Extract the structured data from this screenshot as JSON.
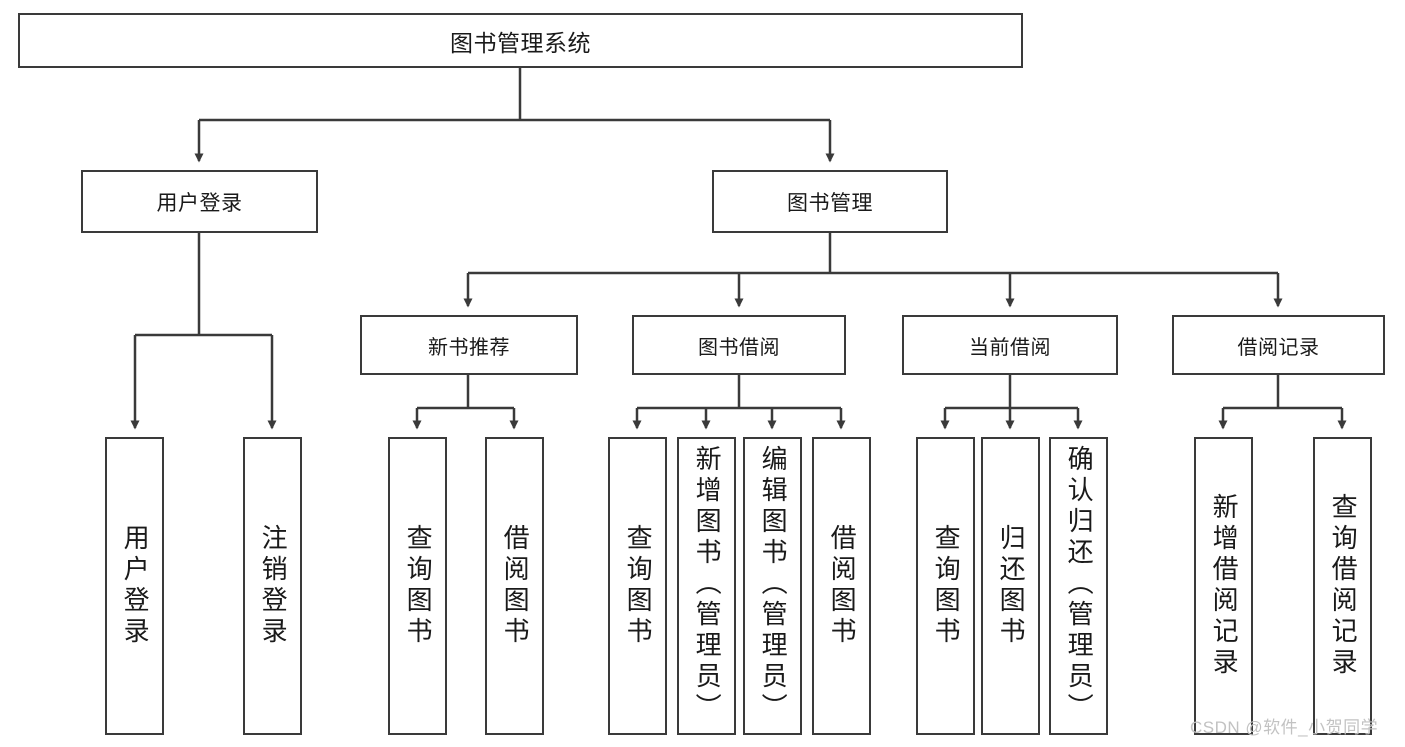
{
  "diagram": {
    "type": "tree",
    "title": "图书管理系统",
    "root": {
      "label": "图书管理系统"
    },
    "tier1": [
      {
        "label": "用户登录"
      },
      {
        "label": "图书管理"
      }
    ],
    "tier2": [
      {
        "label": "新书推荐"
      },
      {
        "label": "图书借阅"
      },
      {
        "label": "当前借阅"
      },
      {
        "label": "借阅记录"
      }
    ],
    "leaves": {
      "user_login": [
        {
          "label": "用户登录"
        },
        {
          "label": "注销登录"
        }
      ],
      "new_book": [
        {
          "label": "查询图书"
        },
        {
          "label": "借阅图书"
        }
      ],
      "book_borrow": [
        {
          "label": "查询图书"
        },
        {
          "label": "新增图书（管理员）"
        },
        {
          "label": "编辑图书（管理员）"
        },
        {
          "label": "借阅图书"
        }
      ],
      "current_borrow": [
        {
          "label": "查询图书"
        },
        {
          "label": "归还图书"
        },
        {
          "label": "确认归还（管理员）"
        }
      ],
      "borrow_record": [
        {
          "label": "新增借阅记录"
        },
        {
          "label": "查询借阅记录"
        }
      ]
    }
  },
  "watermark": {
    "text": "CSDN @软件_小贺同学"
  },
  "colors": {
    "stroke": "#3a3a3a",
    "text": "#1a1a1a",
    "background": "#ffffff",
    "watermark": "#c2c2c2"
  }
}
